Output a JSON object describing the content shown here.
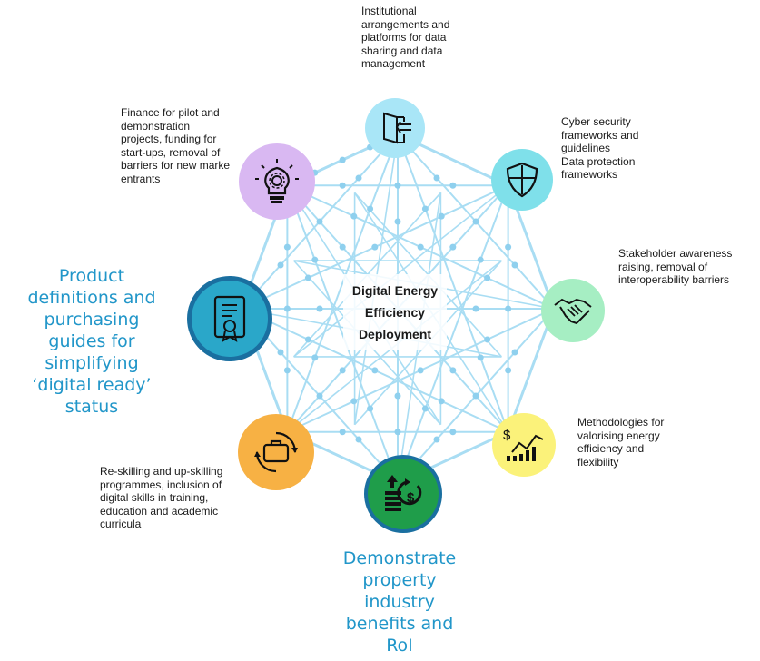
{
  "center": {
    "title": "Digital Energy\nEfficiency\nDeployment"
  },
  "nodes": [
    {
      "id": "data-sharing",
      "icon": "door-arrow-icon",
      "color": "#a9e6f7",
      "text": "Institutional\narrangements and\nplatforms for data\nsharing and data\nmanagement"
    },
    {
      "id": "cyber-security",
      "icon": "shield-icon",
      "color": "#7fe0ea",
      "text": "Cyber security\nframeworks and\nguidelines\nData protection\nframeworks"
    },
    {
      "id": "stakeholder",
      "icon": "handshake-icon",
      "color": "#a6eec3",
      "text": "Stakeholder awareness\nraising, removal of\ninteroperability barriers"
    },
    {
      "id": "methodologies",
      "icon": "chart-growth-icon",
      "color": "#fbf27a",
      "text": "Methodologies for\nvalorising energy\nefficiency and\nflexibility"
    },
    {
      "id": "roi",
      "icon": "money-stack-icon",
      "color": "#1f9d4a",
      "text": "Demonstrate\nproperty\nindustry\nbenefits and\nRoI"
    },
    {
      "id": "skilling",
      "icon": "briefcase-icon",
      "color": "#f7b144",
      "text": "Re-skilling and up-skilling\nprogrammes, inclusion of\ndigital skills in training,\neducation and academic\ncurricula"
    },
    {
      "id": "product-definitions",
      "icon": "certificate-icon",
      "color": "#2aa7c9",
      "text": "Product\ndefinitions and\npurchasing\nguides for\nsimplifying\n‘digital ready’\nstatus"
    },
    {
      "id": "finance",
      "icon": "lightbulb-icon",
      "color": "#d9b8f2",
      "text": "Finance for pilot and\ndemonstration\nprojects, funding for\nstart-ups, removal of\nbarriers for new marke\nentrants"
    }
  ],
  "colors": {
    "network": "#a9ddf3",
    "dot": "#8fd0ee",
    "highlight_text": "#2196c9"
  }
}
